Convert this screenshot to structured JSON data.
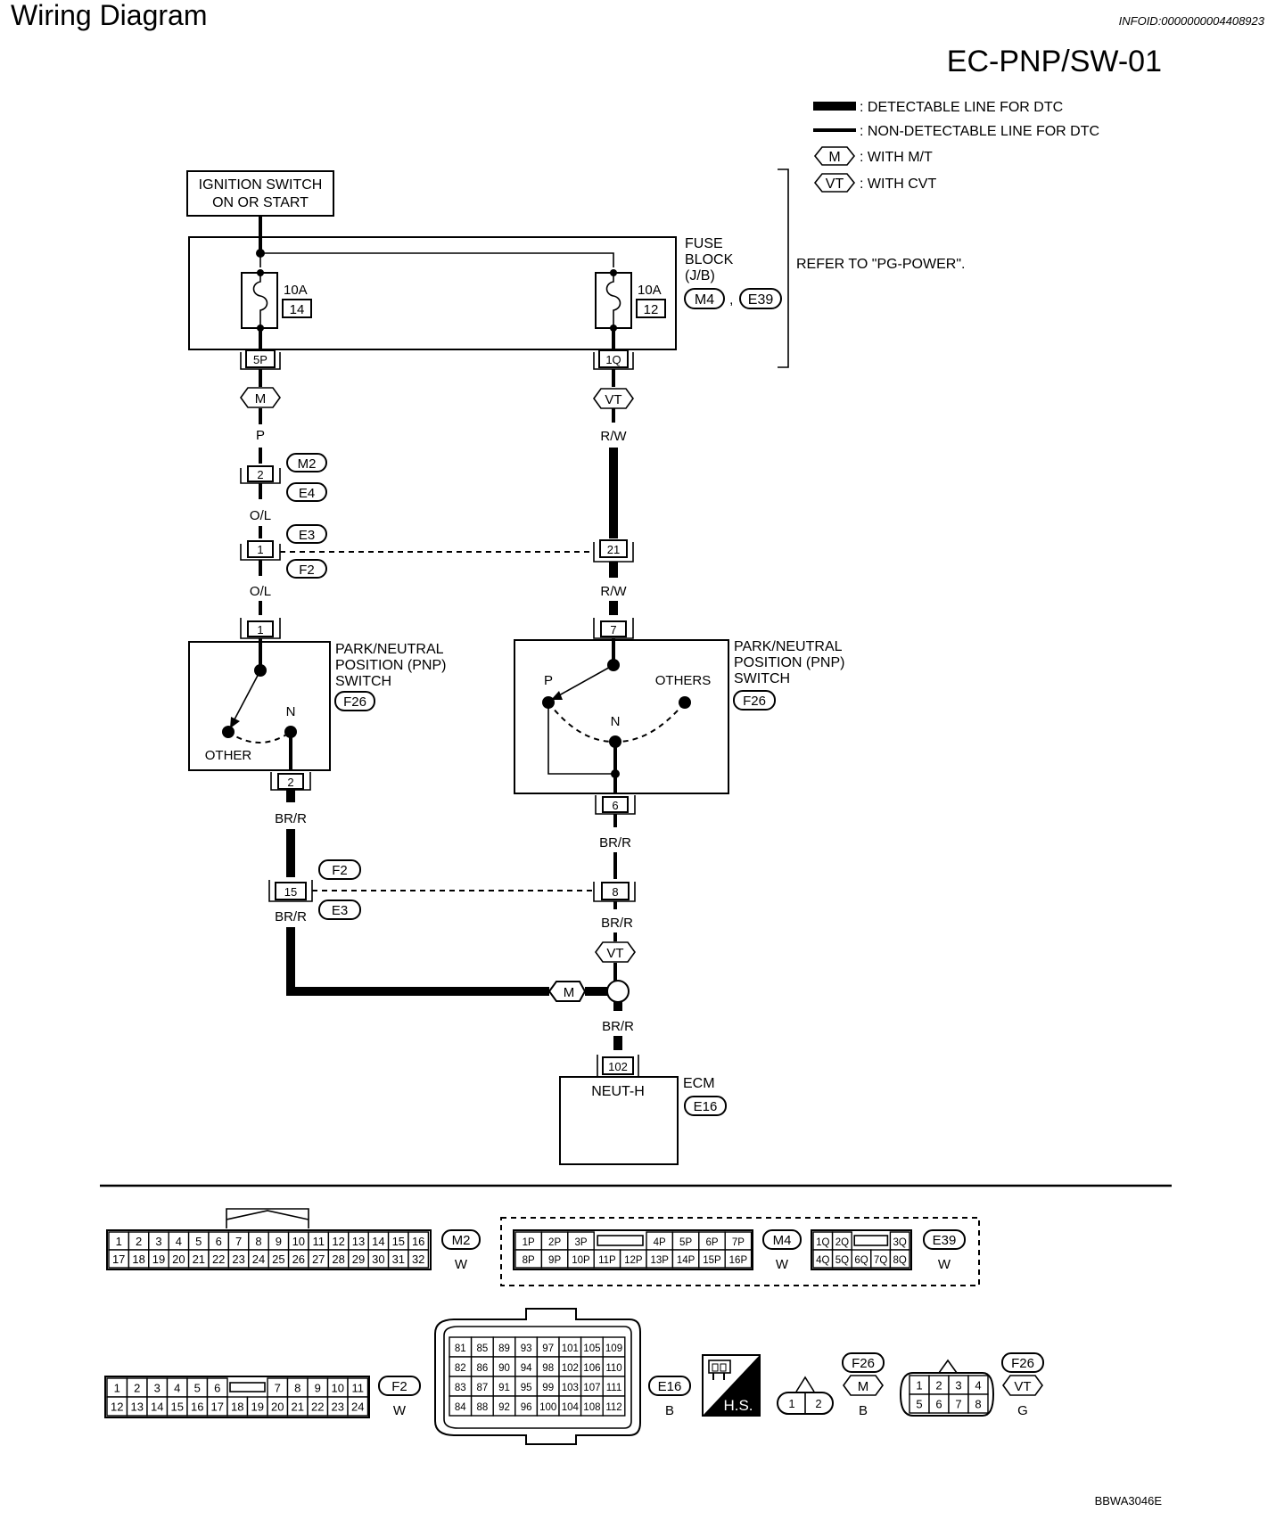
{
  "header": {
    "title": "Wiring Diagram",
    "info_id": "INFOID:0000000004408923",
    "code": "EC-PNP/SW-01"
  },
  "legend": {
    "detectable": ": DETECTABLE LINE FOR DTC",
    "non_detectable": ": NON-DETECTABLE LINE FOR DTC",
    "m_tag": "M",
    "m_text": ": WITH M/T",
    "vt_tag": "VT",
    "vt_text": ": WITH CVT",
    "refer": "REFER TO \"PG-POWER\"."
  },
  "ignition": {
    "line1": "IGNITION SWITCH",
    "line2": "ON OR START"
  },
  "fuse_block": {
    "label1": "FUSE",
    "label2": "BLOCK",
    "label3": "(J/B)",
    "conn1": "M4",
    "sep": ",",
    "conn2": "E39",
    "fuse_left_rating": "10A",
    "fuse_left_no": "14",
    "fuse_right_rating": "10A",
    "fuse_right_no": "12",
    "pin_left": "5P",
    "pin_right": "1Q"
  },
  "left_branch": {
    "tag": "M",
    "wire1": "P",
    "conn_a_top": "M2",
    "conn_a_pin": "2",
    "conn_a_bottom": "E4",
    "wire2": "O/L",
    "conn_b_top": "E3",
    "conn_b_pin": "1",
    "conn_b_bottom": "F2",
    "wire3": "O/L",
    "switch_pin_in": "1",
    "switch_pin_out": "2",
    "switch_n": "N",
    "switch_other": "OTHER",
    "wire4": "BR/R",
    "conn_c_top": "F2",
    "conn_c_pin": "15",
    "conn_c_bottom": "E3",
    "wire5": "BR/R",
    "joint_tag": "M"
  },
  "right_branch": {
    "tag": "VT",
    "wire1": "R/W",
    "conn_b_pin": "21",
    "wire2": "R/W",
    "switch_pin_in": "7",
    "switch_pin_out": "6",
    "switch_p": "P",
    "switch_others": "OTHERS",
    "switch_n": "N",
    "wire3": "BR/R",
    "conn_c_pin": "8",
    "wire4": "BR/R",
    "tag2": "VT",
    "wire5": "BR/R"
  },
  "pnp_switch_left": {
    "line1": "PARK/NEUTRAL",
    "line2": "POSITION (PNP)",
    "line3": "SWITCH",
    "conn": "F26"
  },
  "pnp_switch_right": {
    "line1": "PARK/NEUTRAL",
    "line2": "POSITION (PNP)",
    "line3": "SWITCH",
    "conn": "F26"
  },
  "ecm": {
    "pin": "102",
    "terminal": "NEUT-H",
    "label": "ECM",
    "conn": "E16"
  },
  "connectors": {
    "m2": {
      "row1": [
        "1",
        "2",
        "3",
        "4",
        "5",
        "6",
        "7",
        "8",
        "9",
        "10",
        "11",
        "12",
        "13",
        "14",
        "15",
        "16"
      ],
      "row2": [
        "17",
        "18",
        "19",
        "20",
        "21",
        "22",
        "23",
        "24",
        "25",
        "26",
        "27",
        "28",
        "29",
        "30",
        "31",
        "32"
      ],
      "tag": "M2",
      "color": "W"
    },
    "m4": {
      "row1": [
        "1P",
        "2P",
        "3P",
        "",
        "4P",
        "5P",
        "6P",
        "7P"
      ],
      "row2": [
        "8P",
        "9P",
        "10P",
        "11P",
        "12P",
        "13P",
        "14P",
        "15P",
        "16P"
      ],
      "tag": "M4",
      "color": "W"
    },
    "e39": {
      "row1": [
        "1Q",
        "2Q",
        "",
        "3Q"
      ],
      "row2": [
        "4Q",
        "5Q",
        "6Q",
        "7Q",
        "8Q"
      ],
      "tag": "E39",
      "color": "W"
    },
    "f2": {
      "row1": [
        "1",
        "2",
        "3",
        "4",
        "5",
        "6",
        "",
        "7",
        "8",
        "9",
        "10",
        "11"
      ],
      "row2": [
        "12",
        "13",
        "14",
        "15",
        "16",
        "17",
        "18",
        "19",
        "20",
        "21",
        "22",
        "23",
        "24"
      ],
      "tag": "F2",
      "color": "W"
    },
    "e16": {
      "rows": [
        [
          "81",
          "85",
          "89",
          "93",
          "97",
          "101",
          "105",
          "109"
        ],
        [
          "82",
          "86",
          "90",
          "94",
          "98",
          "102",
          "106",
          "110"
        ],
        [
          "83",
          "87",
          "91",
          "95",
          "99",
          "103",
          "107",
          "111"
        ],
        [
          "84",
          "88",
          "92",
          "96",
          "100",
          "104",
          "108",
          "112"
        ]
      ],
      "tag": "E16",
      "color": "B"
    },
    "hs": {
      "label": "H.S."
    },
    "f26_m": {
      "pins": [
        "1",
        "2"
      ],
      "tag": "F26",
      "sub_tag": "M",
      "color": "B"
    },
    "f26_vt": {
      "row1": [
        "1",
        "2",
        "3",
        "4"
      ],
      "row2": [
        "5",
        "6",
        "7",
        "8"
      ],
      "tag": "F26",
      "sub_tag": "VT",
      "color": "G"
    }
  },
  "footer": {
    "ref": "BBWA3046E"
  }
}
